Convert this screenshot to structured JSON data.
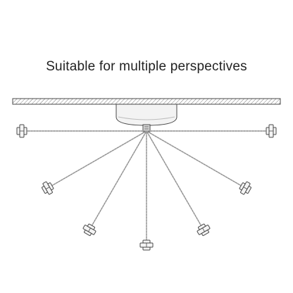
{
  "heading": "Suitable for multiple perspectives",
  "colors": {
    "outline": "#4a4a4a",
    "cable": "#8a8a8a",
    "hatch": "#777777",
    "clip_fill": "#f4f4f4",
    "canopy_fill": "#f3f3f3"
  },
  "cable_angles_deg": [
    180,
    150,
    120,
    90,
    60,
    30,
    0
  ],
  "icons": {
    "ceiling": "ceiling-plate-icon",
    "canopy": "ceiling-canopy-icon",
    "hub": "center-hub-icon",
    "clip": "cable-clip-icon"
  }
}
